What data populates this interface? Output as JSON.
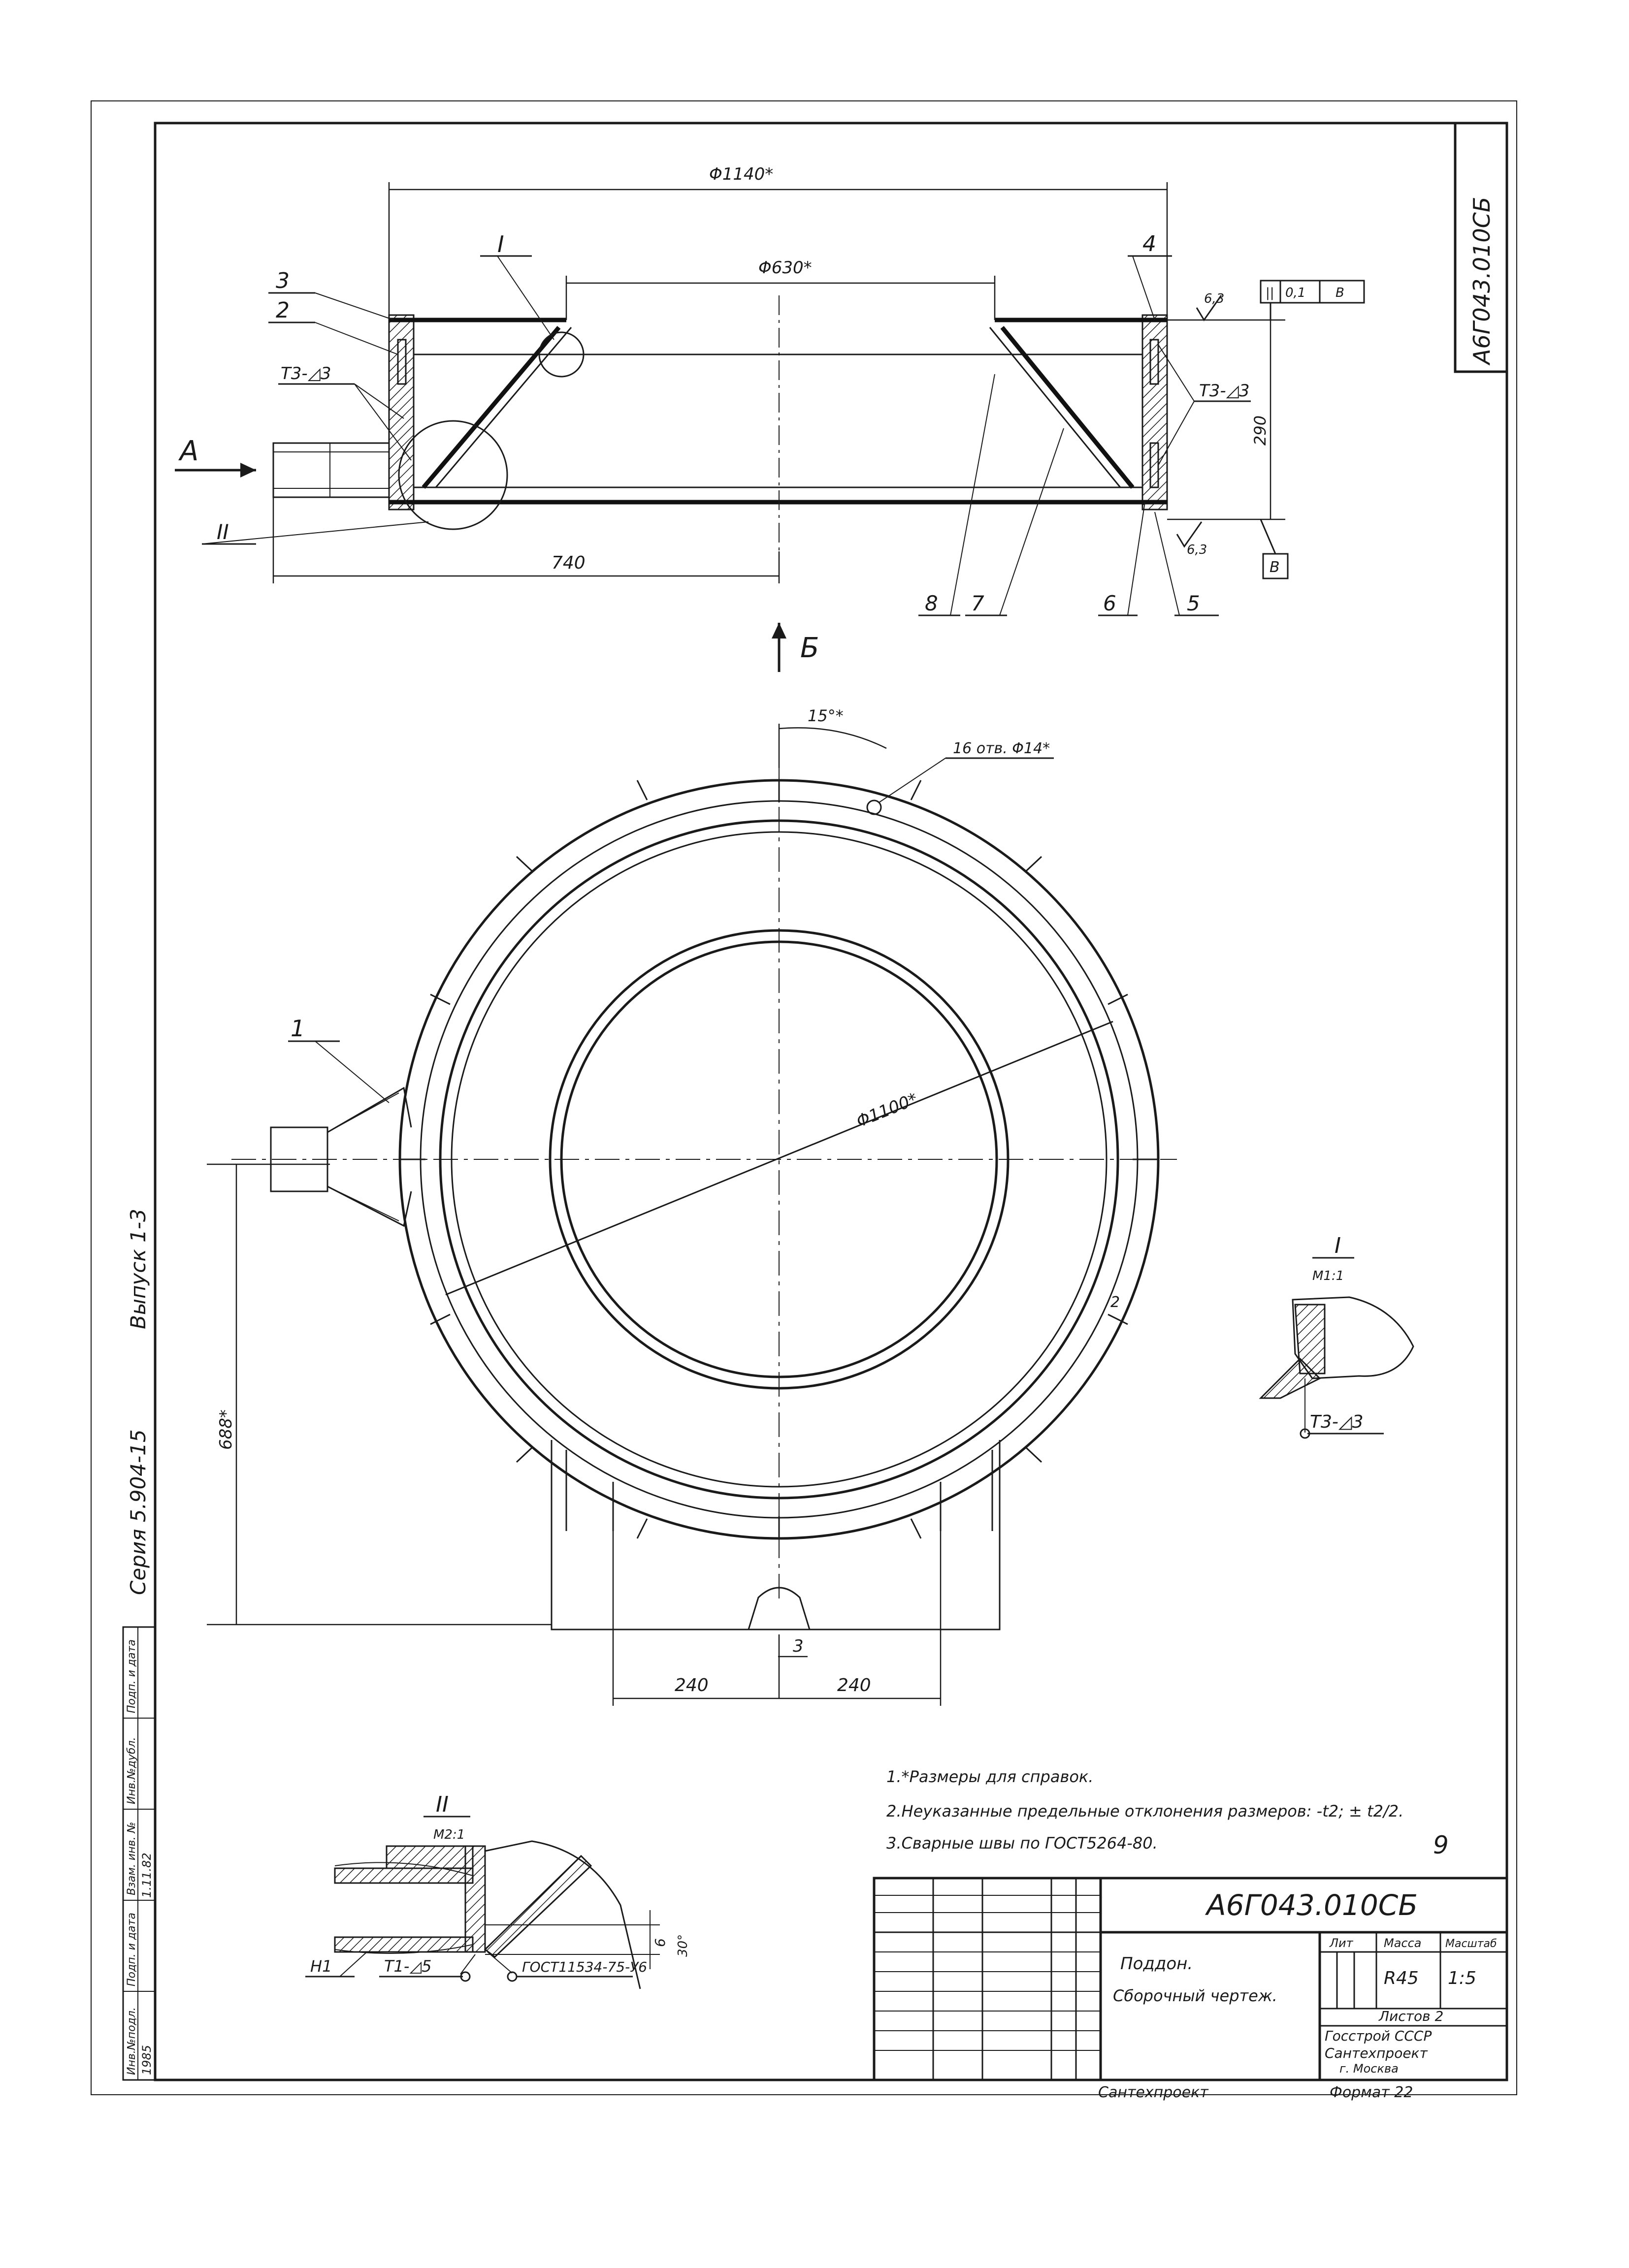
{
  "drawing": {
    "code": "А6Г043.010СБ",
    "code_stamp": "А6Г043.010СБ",
    "title_line1": "Поддон.",
    "title_line2": "Сборочный чертеж.",
    "mass": "R45",
    "scale": "1:5",
    "sheets": "Листов 2",
    "org_line1": "Госстрой СССР",
    "org_line2": "Сантехпроект",
    "org_line3": "г. Москва",
    "sheet_number": "9",
    "bottom_left_stamp": "Сантехпроект",
    "bottom_right_stamp": "Формат 22",
    "series_label": "Серия 5.904-15",
    "issue_label": "Выпуск 1-3",
    "sidebar_year": "1985",
    "sidebar_date": "1.11.82"
  },
  "title_block": {
    "col_lit": "Лит",
    "col_mass": "Масса",
    "col_scale": "Масштаб"
  },
  "sidebar_cells": [
    "Инв.№подл.",
    "Подп. и дата",
    "Взам. инв. №",
    "Инв.№дубл.",
    "Подп. и дата"
  ],
  "dimensions": {
    "top_width": "Φ1140*",
    "inner_width": "Φ630*",
    "height": "290",
    "length": "740",
    "diameter": "Φ1100*",
    "angle": "15°*",
    "holes": "16 отв. Φ14*",
    "offset": "688*",
    "left_240": "240",
    "right_240": "240",
    "gap": "3",
    "angle_30": "30°",
    "six": "6",
    "roughness": "6,3",
    "tolerance_parallel": "0,1",
    "datum": "В"
  },
  "labels": {
    "section_A": "А",
    "section_B": "Б",
    "detail_I": "I",
    "detail_II": "II",
    "detail_I_scale": "М1:1",
    "detail_II_scale": "М2:1",
    "weld_T3": "Т3-◿3",
    "weld_T3_detail": "Т3-◿3",
    "weld_detail_II": "Т1-◿5",
    "weld_gost": "ГОСТ11534-75-У6",
    "weld_H1": "Н1",
    "part_numbers": [
      "1",
      "2",
      "3",
      "4",
      "5",
      "6",
      "7",
      "8"
    ]
  },
  "notes": [
    "1.*Размеры для справок.",
    "2.Неуказанные предельные отклонения размеров: -t2; ± t2/2.",
    "3.Сварные швы по ГОСТ5264-80."
  ]
}
